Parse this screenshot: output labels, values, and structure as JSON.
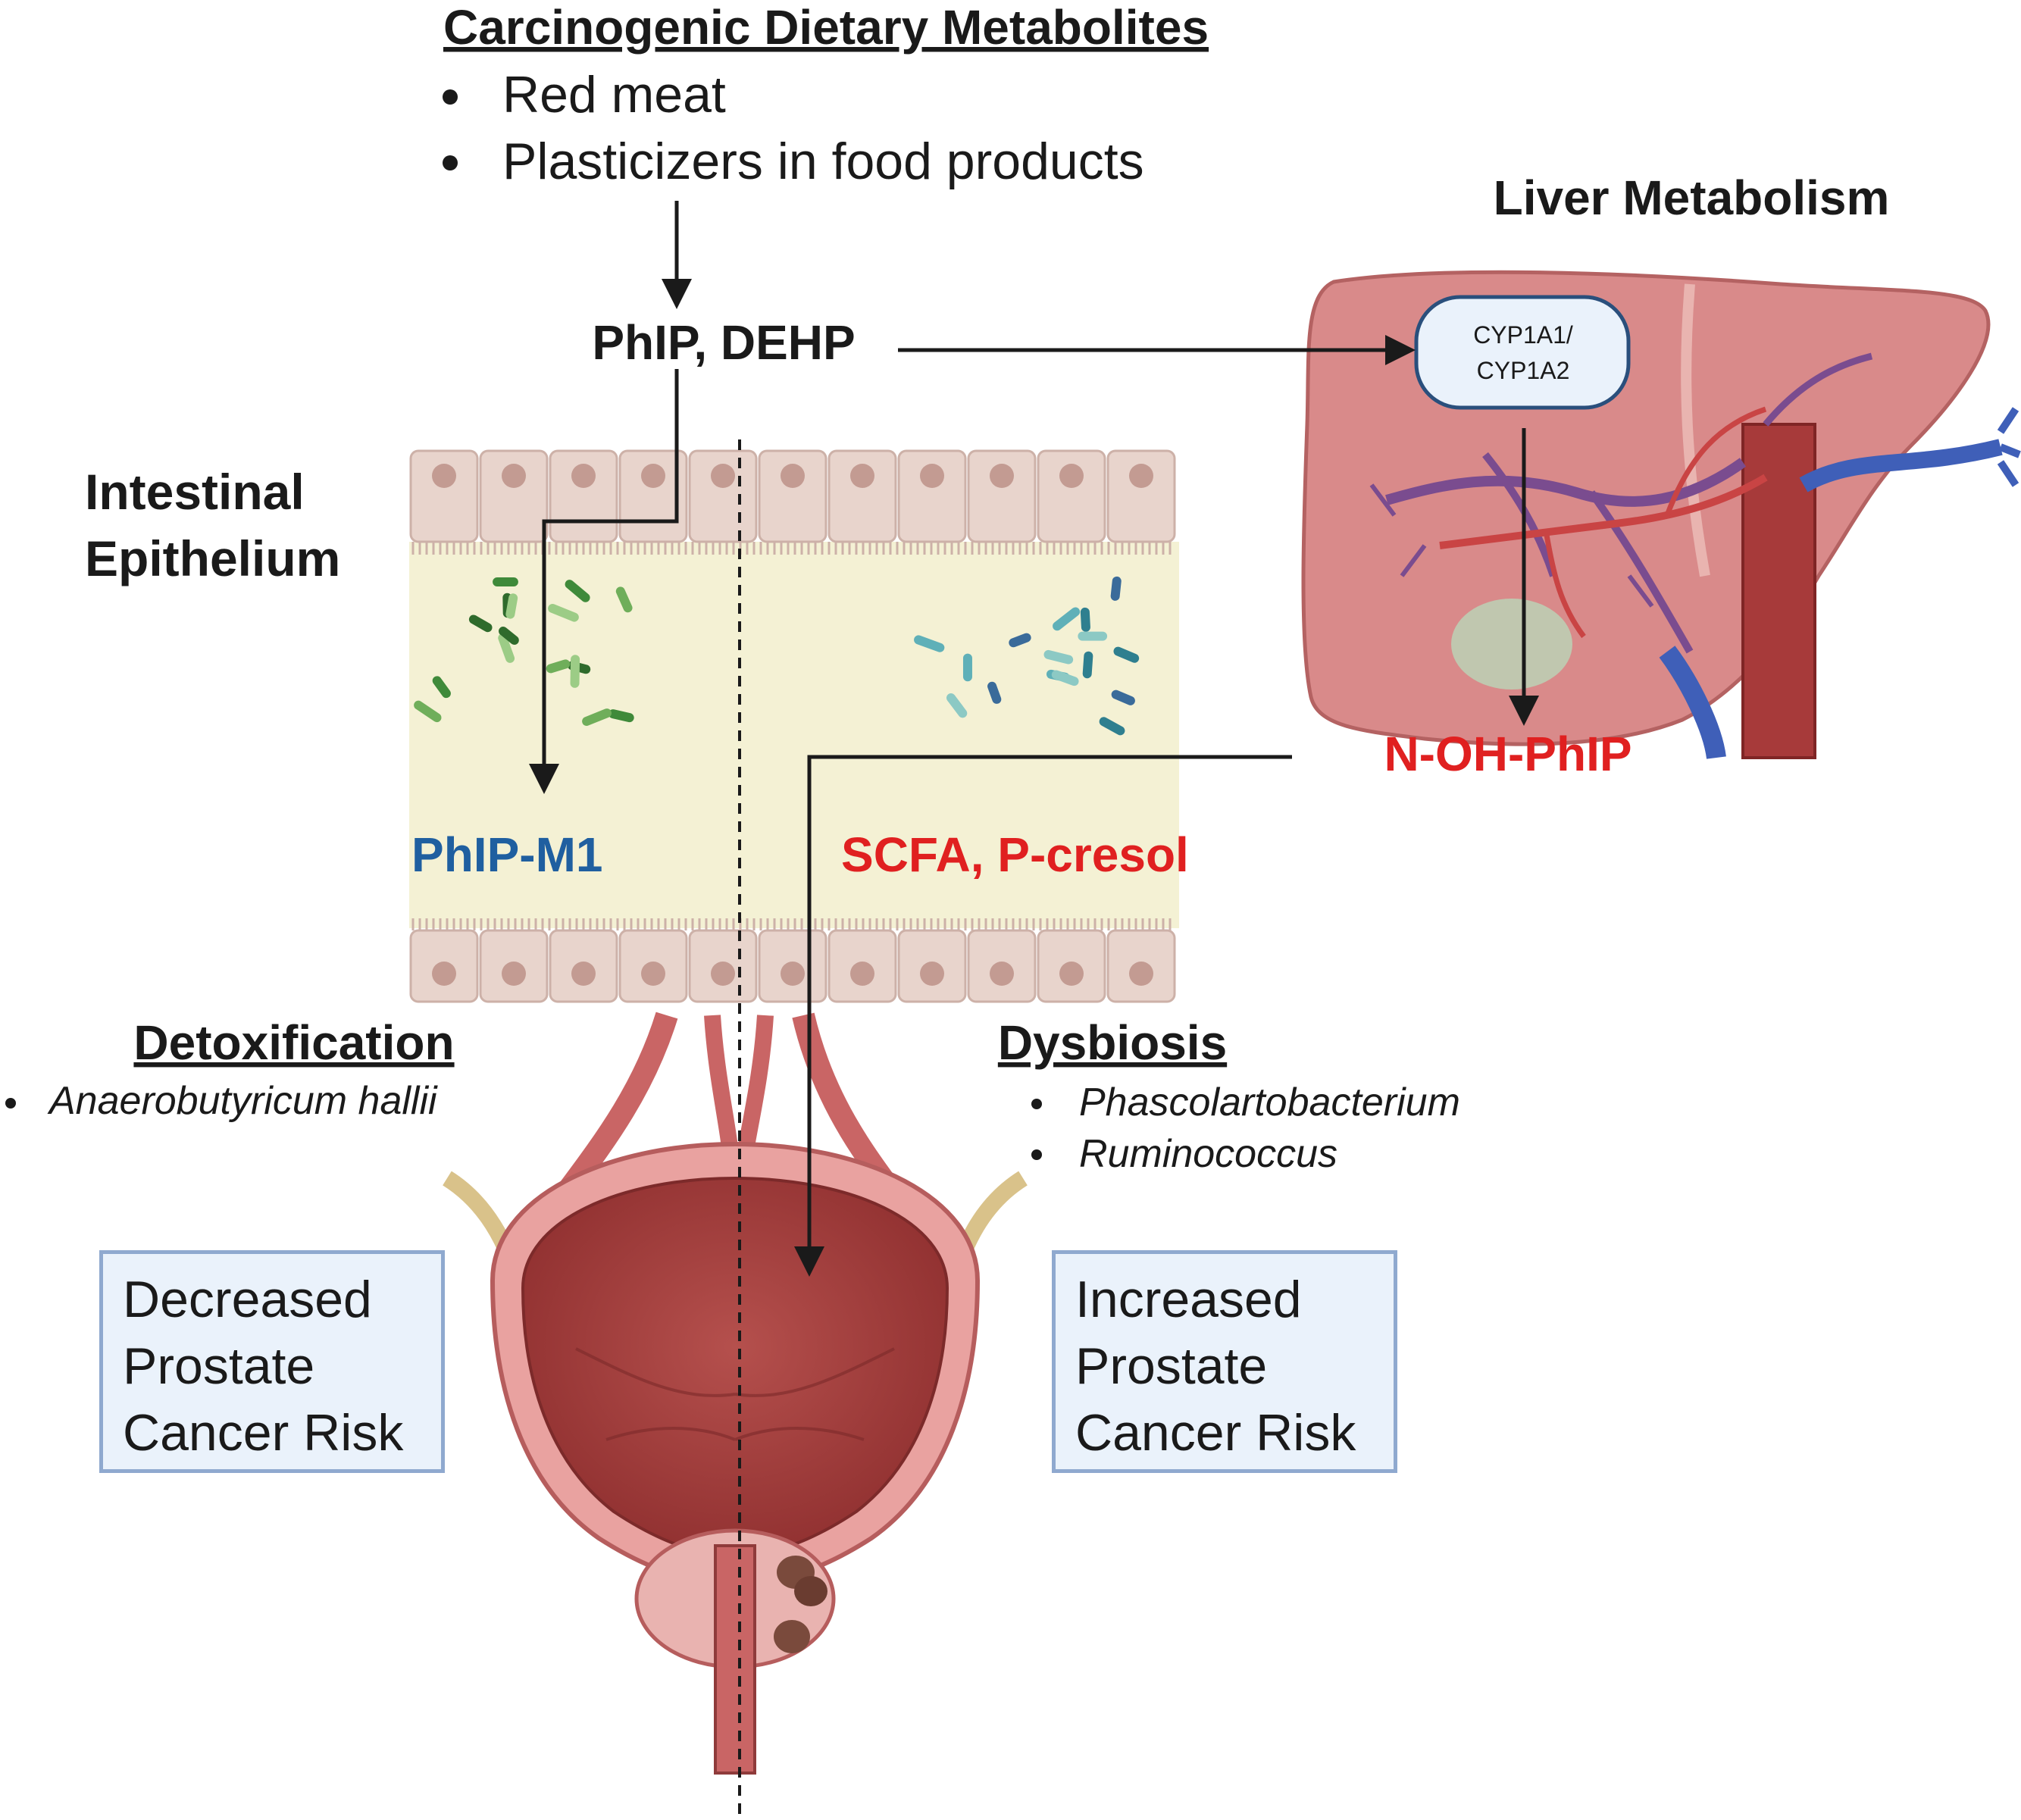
{
  "dietary": {
    "title": "Carcinogenic Dietary Metabolites",
    "items": [
      "Red meat",
      "Plasticizers in food products"
    ]
  },
  "compounds": {
    "label": "PhIP, DEHP"
  },
  "liver": {
    "title": "Liver Metabolism",
    "enzyme_line1": "CYP1A1/",
    "enzyme_line2": "CYP1A2",
    "product": "N-OH-PhIP"
  },
  "intestine": {
    "title_line1": "Intestinal",
    "title_line2": "Epithelium",
    "left_product": "PhIP-M1",
    "right_product": "SCFA, P-cresol"
  },
  "detox": {
    "title": "Detoxification",
    "species": [
      "Anaerobutyricum hallii"
    ]
  },
  "dysbiosis": {
    "title": "Dysbiosis",
    "species": [
      "Phascolartobacterium",
      "Ruminococcus"
    ]
  },
  "risk_low": {
    "lines": [
      "Decreased",
      "Prostate",
      "Cancer Risk"
    ]
  },
  "risk_high": {
    "lines": [
      "Increased",
      "Prostate",
      "Cancer Risk"
    ]
  },
  "colors": {
    "text": "#1a1a1a",
    "phip_m1": "#1f5fa0",
    "red_label": "#e02020",
    "epithelium_band": "#f4f1d4",
    "cell_fill": "#e8d4cc",
    "nucleus": "#c39b92",
    "liver": "#d98a8a",
    "bladder": "#b84a4a",
    "box_fill": "#eaf2fb",
    "box_border": "#8fa9cf"
  }
}
